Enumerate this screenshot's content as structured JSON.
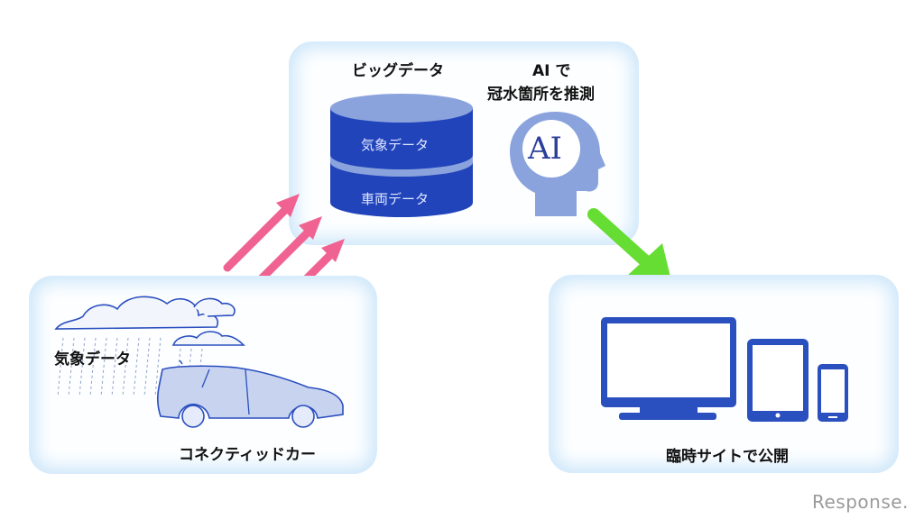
{
  "top_panel": {
    "big_data_title": "ビッグデータ",
    "ai_title_line1": "AI で",
    "ai_title_line2": "冠水箇所を推測",
    "db_layer_top": "気象データ",
    "db_layer_bottom": "車両データ",
    "ai_head_text": "AI"
  },
  "left_panel": {
    "weather_label": "気象データ",
    "car_label": "コネクティッドカー"
  },
  "right_panel": {
    "publish_label": "臨時サイトで公開"
  },
  "watermark": "Response.",
  "colors": {
    "db_blue": "#2244bb",
    "db_light": "#8aa3dd",
    "ai_head": "#8aa3dd",
    "device_blue": "#2a4fbf",
    "arrow_pink": "#f06292",
    "arrow_green": "#66dd33",
    "panel_glow": "#cfe7fa"
  }
}
